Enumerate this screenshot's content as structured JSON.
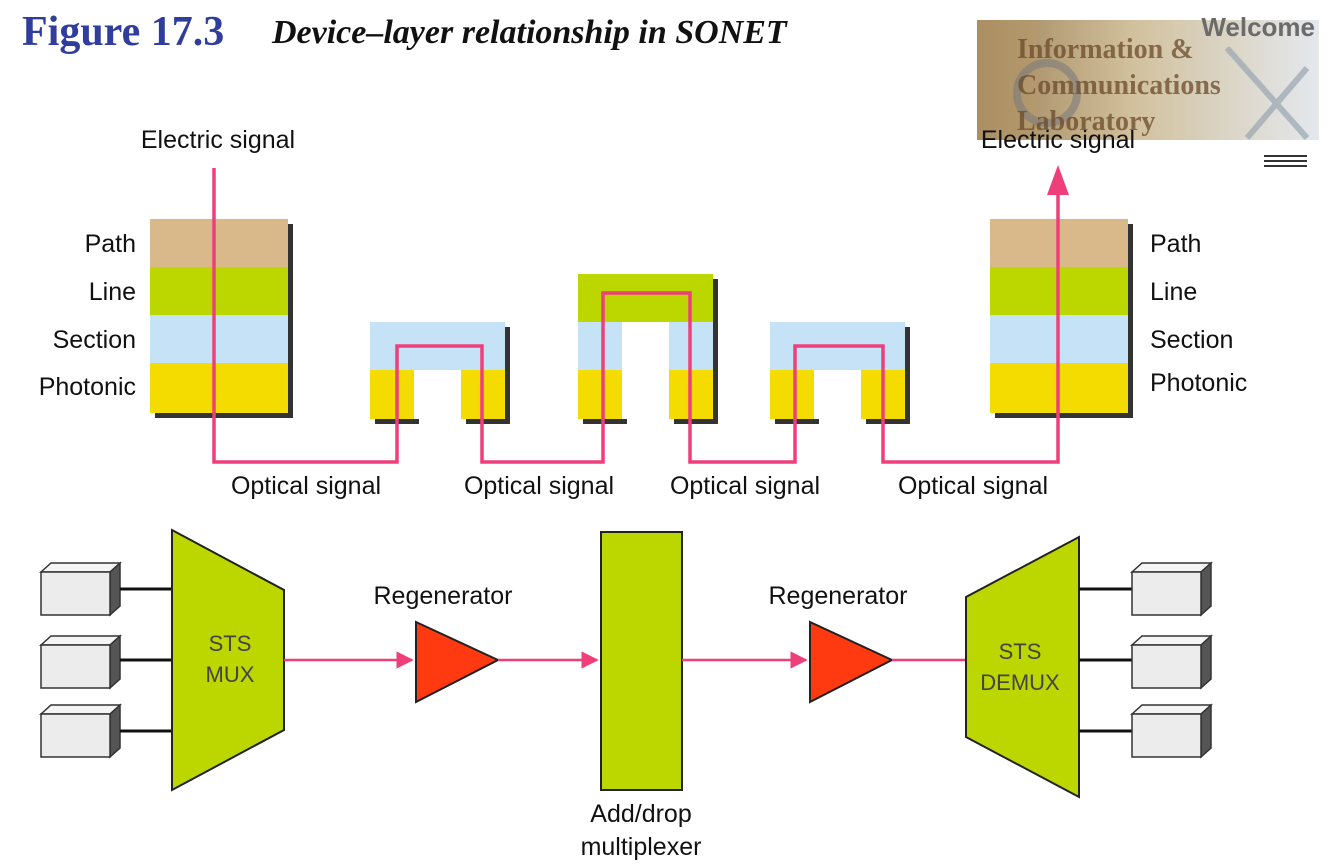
{
  "figure": {
    "number": "Figure 17.3",
    "caption": "Device–layer relationship in SONET"
  },
  "logo": {
    "welcome": "Welcome",
    "line1": "Information &",
    "line2": "Communications",
    "line3": "Laboratory"
  },
  "layers": {
    "path": "Path",
    "line": "Line",
    "section": "Section",
    "photonic": "Photonic"
  },
  "signals": {
    "electric_left": "Electric signal",
    "electric_right": "Electric signal",
    "optical": [
      "Optical signal",
      "Optical signal",
      "Optical signal",
      "Optical signal"
    ]
  },
  "devices": {
    "mux": [
      "STS",
      "MUX"
    ],
    "demux": [
      "STS",
      "DEMUX"
    ],
    "regenerator_left": "Regenerator",
    "regenerator_right": "Regenerator",
    "add_drop": [
      "Add/drop",
      "multiplexer"
    ]
  },
  "colors": {
    "path": "#d9b88a",
    "line": "#bcd600",
    "section": "#c6e2f7",
    "photonic": "#f4dc00",
    "signal": "#ee3f7a",
    "regenerator": "#ff3a10",
    "title": "#2f3d9c"
  }
}
